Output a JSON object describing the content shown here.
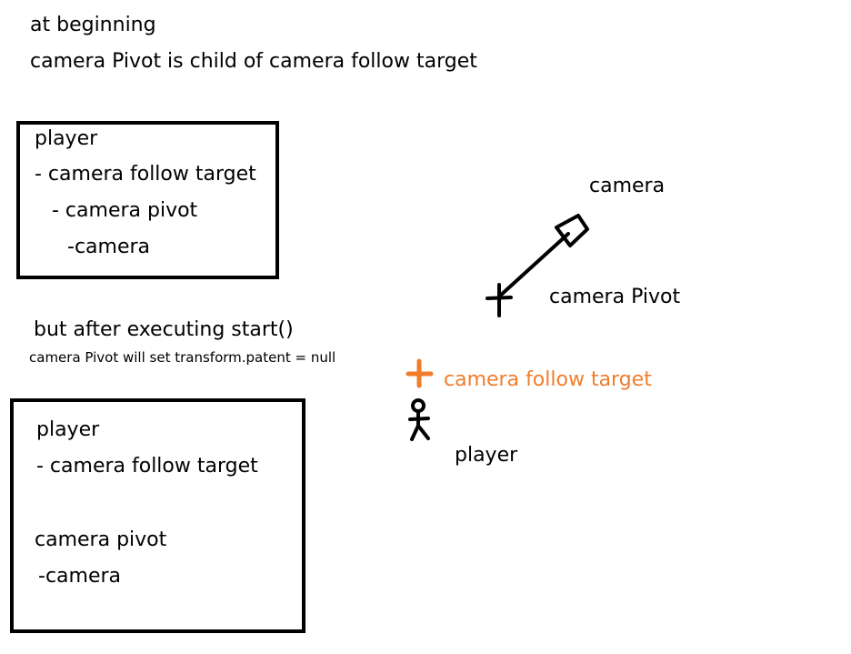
{
  "intro": {
    "line1": "at beginning",
    "line2": "camera Pivot is child of camera follow target"
  },
  "hierarchy_before": {
    "items": [
      "player",
      "- camera follow target",
      "- camera pivot",
      "-camera"
    ]
  },
  "after": {
    "heading": "but after executing start()",
    "note": "camera Pivot will set transform.patent = null"
  },
  "hierarchy_after": {
    "items": [
      "player",
      "- camera follow target",
      "camera pivot",
      "-camera"
    ]
  },
  "scene": {
    "camera_label": "camera",
    "pivot_label": "camera Pivot",
    "follow_target_label": "camera follow target",
    "player_label": "player",
    "accent_color": "#f07d2c",
    "icons": [
      "camera-icon",
      "pivot-cross-icon",
      "follow-target-cross-icon",
      "stick-figure-icon"
    ]
  }
}
